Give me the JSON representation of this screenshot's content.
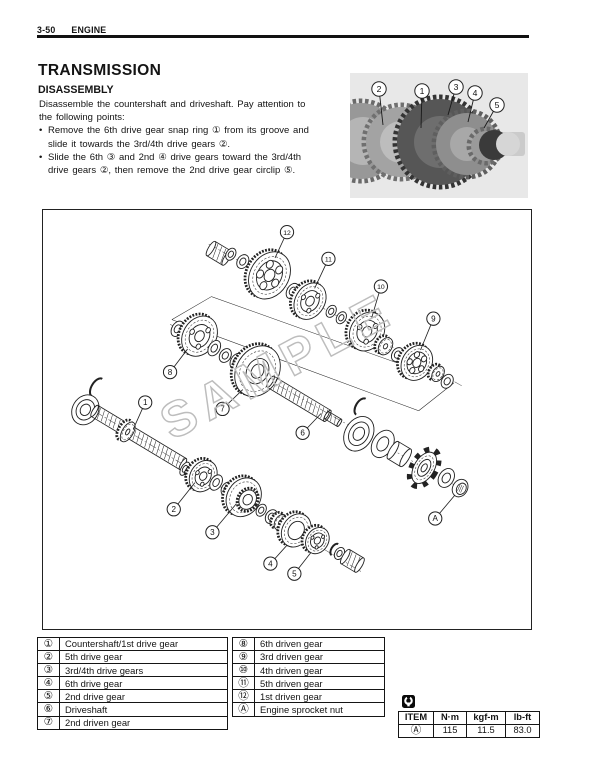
{
  "page": {
    "header": {
      "page_number": "3-50",
      "section": "ENGINE"
    },
    "title": "TRANSMISSION",
    "subtitle": "DISASSEMBLY",
    "bullet_char": "•",
    "intro_lines": [
      "Disassemble the countershaft and driveshaft. Pay attention to",
      "the following points:"
    ],
    "bullets": [
      {
        "lines": [
          "Remove the 6th drive gear snap ring ① from its groove and",
          "slide it towards the 3rd/4th drive gears ②."
        ]
      },
      {
        "lines": [
          "Slide the 6th ③ and 2nd ④ drive gears toward the 3rd/4th",
          "drive gears ②, then remove the 2nd drive gear circlip ⑤."
        ]
      }
    ]
  },
  "photo": {
    "callouts": [
      "2",
      "1",
      "3",
      "4",
      "5"
    ]
  },
  "figure": {
    "watermark": "SAMPLE",
    "callouts": [
      "1",
      "2",
      "3",
      "4",
      "5",
      "6",
      "7",
      "8",
      "9",
      "10",
      "11",
      "12",
      "A"
    ]
  },
  "parts_table": {
    "left": [
      {
        "num": "①",
        "label": "Countershaft/1st drive gear"
      },
      {
        "num": "②",
        "label": "5th drive gear"
      },
      {
        "num": "③",
        "label": "3rd/4th drive gears"
      },
      {
        "num": "④",
        "label": "6th drive gear"
      },
      {
        "num": "⑤",
        "label": "2nd drive gear"
      },
      {
        "num": "⑥",
        "label": "Driveshaft"
      },
      {
        "num": "⑦",
        "label": "2nd driven gear"
      }
    ],
    "right": [
      {
        "num": "⑧",
        "label": "6th driven gear"
      },
      {
        "num": "⑨",
        "label": "3rd driven gear"
      },
      {
        "num": "⑩",
        "label": "4th driven gear"
      },
      {
        "num": "⑪",
        "label": "5th driven gear"
      },
      {
        "num": "⑫",
        "label": "1st driven gear"
      },
      {
        "num": "Ⓐ",
        "label": "Engine sprocket nut"
      }
    ]
  },
  "torque_table": {
    "headers": [
      "ITEM",
      "N·m",
      "kgf-m",
      "lb-ft"
    ],
    "row": [
      "Ⓐ",
      "115",
      "11.5",
      "83.0"
    ]
  }
}
